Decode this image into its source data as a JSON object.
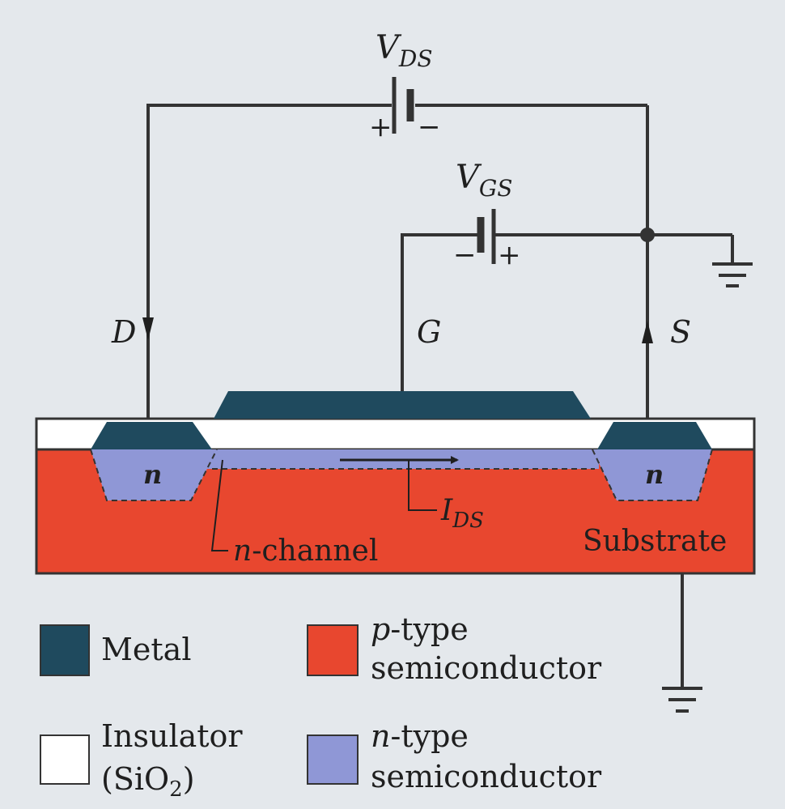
{
  "colors": {
    "background": "#e4e8ec",
    "wire": "#333333",
    "metal": "#1f4a5e",
    "p_type": "#e8472f",
    "n_type": "#8f97d6",
    "insulator": "#ffffff"
  },
  "circuit": {
    "vds": {
      "main": "V",
      "sub": "DS",
      "plus": "+",
      "minus": "−"
    },
    "vgs": {
      "main": "V",
      "sub": "GS",
      "plus": "+",
      "minus": "−"
    },
    "drain": "D",
    "gate": "G",
    "source": "S"
  },
  "device": {
    "n_left": "n",
    "n_right": "n",
    "ids": {
      "main": "I",
      "sub": "DS"
    },
    "channel_label": {
      "prefix": "n",
      "rest": "-channel"
    },
    "substrate_label": "Substrate"
  },
  "legend": {
    "metal": "Metal",
    "insulator_line1": "Insulator",
    "insulator_line2": {
      "open": "(SiO",
      "sub": "2",
      "close": ")"
    },
    "p_type_line1": {
      "prefix": "p",
      "rest": "-type"
    },
    "p_type_line2": "semiconductor",
    "n_type_line1": {
      "prefix": "n",
      "rest": "-type"
    },
    "n_type_line2": "semiconductor"
  }
}
